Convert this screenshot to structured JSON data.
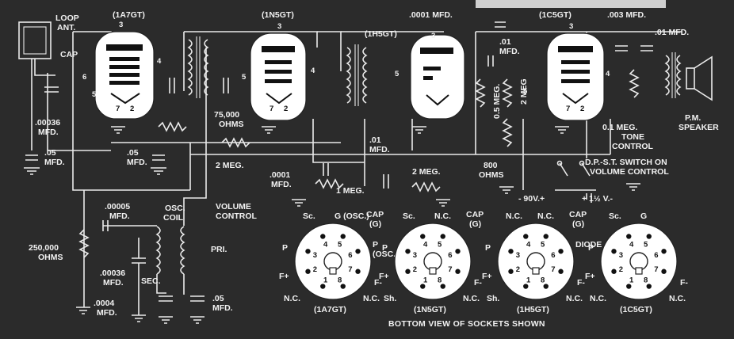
{
  "colors": {
    "background": "#2b2b2b",
    "ink": "#f2f2f2",
    "tube": "#ffffff"
  },
  "tubes": [
    {
      "id": "t1",
      "label": "(1A7GT)"
    },
    {
      "id": "t2",
      "label": "(1N5GT)"
    },
    {
      "id": "t3",
      "label": "(1H5GT)"
    },
    {
      "id": "t4",
      "label": "(1C5GT)"
    }
  ],
  "labels": {
    "loop_ant": "LOOP",
    "loop_ant2": "ANT.",
    "cap": "CAP",
    "c_00036a": ".00036",
    "c_00036a_u": "MFD.",
    "c_05a": ".05",
    "c_05a_u": "MFD.",
    "c_05b": ".05",
    "c_05b_u": "MFD.",
    "r_75000": "75,000",
    "r_75000_u": "OHMS",
    "r_2meg_a": "2 MEG.",
    "c_0001_top": ".0001 MFD.",
    "c_01a": ".01",
    "c_01a_u": "MFD.",
    "r_05meg": "0.5 MEG.",
    "r_2meg_b": "2 MEG",
    "r_800": "800",
    "r_800_u": "OHMS",
    "c_003": ".003 MFD.",
    "c_01b": ".01 MFD.",
    "tone1": "0.1 MEG.",
    "tone2": "TONE",
    "tone3": "CONTROL",
    "pm1": "P.M.",
    "pm2": "SPEAKER",
    "c_01c": ".01",
    "c_01c_u": "MFD.",
    "r_2meg_c": "2 MEG.",
    "c_0001b": ".0001",
    "c_0001b_u": "MFD.",
    "r_1meg": "1 MEG.",
    "vol1": "VOLUME",
    "vol2": "CONTROL",
    "sw1": "D.P.-S.T. SWITCH ON",
    "sw2": "VOLUME CONTROL",
    "b_plus": "- 90V.+",
    "a_plus": "+ 1½ V.-",
    "c_00005": ".00005",
    "c_00005_u": "MFD.",
    "osc1": "OSC.",
    "osc2": "COIL",
    "r_250000": "250,000",
    "r_250000_u": "OHMS",
    "c_00036b": ".00036",
    "c_00036b_u": "MFD.",
    "sec": "SEC.",
    "pri": "PRI.",
    "c_0004": ".0004",
    "c_0004_u": "MFD.",
    "c_05c": ".05",
    "c_05c_u": "MFD.",
    "bottom": "BOTTOM VIEW OF SOCKETS SHOWN"
  },
  "sockets": [
    {
      "label": "(1A7GT)",
      "top_left": "Sc.",
      "top_right": "G (OSC.)",
      "cap": "CAP",
      "cap2": "(G)",
      "left": "P",
      "right": "P",
      "right2": "(OSC.)",
      "fplus": "F+",
      "fminus": "F-",
      "bl": "N.C.",
      "br": "N.C."
    },
    {
      "label": "(1N5GT)",
      "top_left": "Sc.",
      "top_right": "N.C.",
      "cap": "CAP",
      "cap2": "(G)",
      "left": "P",
      "right": "",
      "right2": "",
      "fplus": "F+",
      "fminus": "F-",
      "bl": "Sh.",
      "br": "N.C."
    },
    {
      "label": "(1H5GT)",
      "top_left": "N.C.",
      "top_right": "N.C.",
      "cap": "CAP",
      "cap2": "(G)",
      "left": "P",
      "right": "DIODE",
      "right2": "",
      "fplus": "F+",
      "fminus": "F-",
      "bl": "Sh.",
      "br": "N.C."
    },
    {
      "label": "(1C5GT)",
      "top_left": "Sc.",
      "top_right": "G",
      "cap": "",
      "cap2": "",
      "left": "P",
      "right": "",
      "right2": "",
      "fplus": "F+",
      "fminus": "F-",
      "bl": "N.C.",
      "br": "N.C."
    }
  ],
  "pin_numbers": [
    "1",
    "2",
    "3",
    "4",
    "5",
    "6",
    "7",
    "8"
  ]
}
